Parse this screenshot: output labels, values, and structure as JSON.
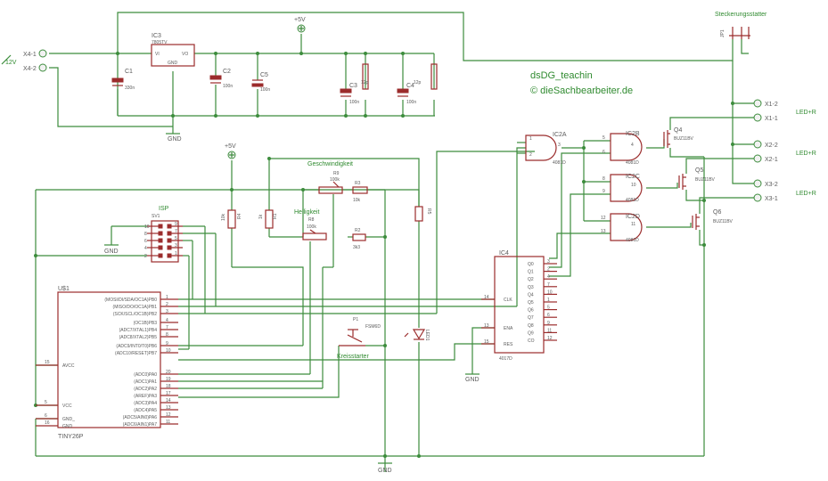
{
  "notes": {
    "author": "dsDG_teachin",
    "company": "© dieSachbearbeiter.de"
  },
  "nets": {
    "in_12v": "12V",
    "gnd_top": "GND",
    "vcc_top": "+5V",
    "vcc_mid": "+5V",
    "gnd_isp": "GND",
    "gnd_ic4": "GND",
    "gnd_bottom": "GND",
    "led1": "LED+R",
    "led2": "LED+R",
    "led3": "LED+R"
  },
  "connectors": {
    "x4_1": "X4-1",
    "x4_2": "X4-2",
    "x1_2": "X1-2",
    "x1_1": "X1-1",
    "x2_2": "X2-2",
    "x2_1": "X2-1",
    "x3_2": "X3-2",
    "x3_1": "X3-1",
    "jp1": "JP1",
    "jumper_title": "Steckerungsstatter"
  },
  "components": {
    "ic3_name": "IC3",
    "ic3_value": "7805TV",
    "ic3_vi": "VI",
    "ic3_vo": "VO",
    "ic3_gnd": "GND",
    "c1_name": "C1",
    "c1_value": "330n",
    "c2_name": "C2",
    "c2_value": "100n",
    "c5_name": "C5",
    "c5_value": "100n",
    "c3_name": "C3",
    "c3_value": "100n",
    "c3b": "12p",
    "c4_name": "C4",
    "c4_value": "100n",
    "c4b": "12p",
    "r9_label": "Geschwindigkeit",
    "r9_name": "R9",
    "r9_value": "100k",
    "r3_name": "R3",
    "r3_value": "10k",
    "r8_label": "Helligkeit",
    "r8_name": "R8",
    "r8_value": "100k",
    "r2_name": "R2",
    "r2_value": "3k3",
    "r4_name": "R4",
    "r4_value": "10k",
    "r1_name": "R1",
    "r1_value": "1k",
    "r5_name": "R5",
    "led1_name": "LED1",
    "p1_name": "P1",
    "p1_value": "FSM6D",
    "p1_label": "Kreisstarter",
    "isp_label": "ISP",
    "sv1_name": "SV1",
    "u1_name": "U$1",
    "u1_value": "TINY26P",
    "ic2a": "IC2A",
    "ic2a_value": "4081D",
    "ic2b": "IC2B",
    "ic2b_value": "4081D",
    "ic2c": "IC2C",
    "ic2c_value": "4081D",
    "ic2d": "IC2D",
    "ic2d_value": "4081D",
    "ic4": "IC4",
    "ic4_value": "4017D",
    "q4": "Q4",
    "q4_value": "BUZ11BV",
    "q5": "Q5",
    "q5_value": "BUZ11BV",
    "q6": "Q6",
    "q6_value": "BUZ11BV"
  },
  "u1_pins_left": [
    {
      "label": "AVCC",
      "num": "15"
    },
    {
      "label": "VCC",
      "num": "5"
    },
    {
      "label": "GND_",
      "num": "6"
    },
    {
      "label": "GND",
      "num": "16"
    }
  ],
  "u1_pins_right": [
    {
      "label": "(MOSI/DI/SDA/OC1A)PB0",
      "num": "1"
    },
    {
      "label": "(MISO/DO/OC1A)PB1",
      "num": "2"
    },
    {
      "label": "(SCK/SCL/OC1B)PB2",
      "num": "3"
    },
    {
      "label": "(OC1B)PB3",
      "num": "4"
    },
    {
      "label": "(ADC7/XTAL1)PB4",
      "num": "7"
    },
    {
      "label": "(ADC8/XTAL2)PB5",
      "num": "8"
    },
    {
      "label": "(ADC9/INT0/T0)PB6",
      "num": "9"
    },
    {
      "label": "(ADC10/RESET)PB7",
      "num": "10"
    },
    {
      "label": "(ADC0)PA0",
      "num": "20"
    },
    {
      "label": "(ADC1)PA1",
      "num": "19"
    },
    {
      "label": "(ADC2)PA2",
      "num": "18"
    },
    {
      "label": "(AREF)PA3",
      "num": "17"
    },
    {
      "label": "(ADC3)PA4",
      "num": "14"
    },
    {
      "label": "(ADC4)PA5",
      "num": "13"
    },
    {
      "label": "(ADC5/AIN0)PA6",
      "num": "12"
    },
    {
      "label": "(ADC6/AIN1)PA7",
      "num": "11"
    }
  ],
  "sv1_pins_left": [
    "10",
    "8",
    "6",
    "4",
    "2"
  ],
  "sv1_pins_right": [
    "9",
    "7",
    "5",
    "3",
    "1"
  ],
  "ic4_pins_left": [
    {
      "label": "CLK",
      "num": "14"
    },
    {
      "label": "ENA",
      "num": "13"
    },
    {
      "label": "RES",
      "num": "15"
    }
  ],
  "ic4_pins_right": [
    {
      "label": "Q0",
      "num": "3"
    },
    {
      "label": "Q1",
      "num": "2"
    },
    {
      "label": "Q2",
      "num": "4"
    },
    {
      "label": "Q3",
      "num": "7"
    },
    {
      "label": "Q4",
      "num": "10"
    },
    {
      "label": "Q5",
      "num": "1"
    },
    {
      "label": "Q6",
      "num": "5"
    },
    {
      "label": "Q7",
      "num": "6"
    },
    {
      "label": "Q8",
      "num": "9"
    },
    {
      "label": "Q9",
      "num": "11"
    },
    {
      "label": "CO",
      "num": "12"
    }
  ],
  "gate_pins": {
    "a_in1": "1",
    "a_in2": "2",
    "a_out": "3",
    "b_in1": "5",
    "b_in2": "6",
    "b_out": "4",
    "c_in1": "8",
    "c_in2": "9",
    "c_out": "10",
    "d_in1": "12",
    "d_in2": "13",
    "d_out": "11"
  }
}
